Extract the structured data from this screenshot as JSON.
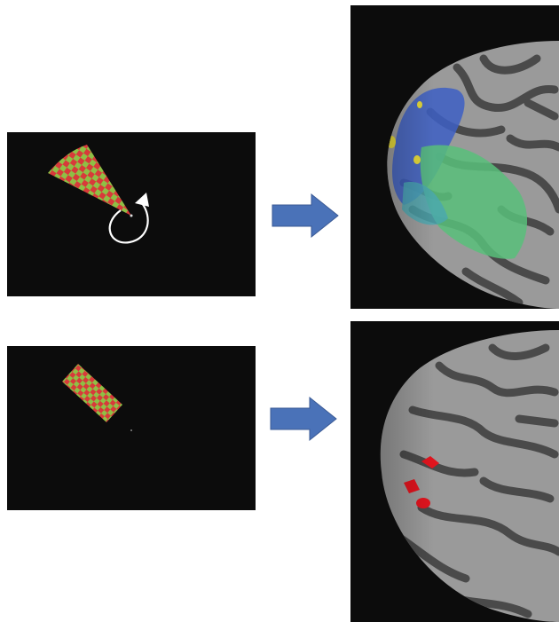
{
  "figure": {
    "rows": [
      {
        "stimulus": {
          "type": "rotating-checkerboard-wedge",
          "motion": "rotation",
          "pattern_colors": [
            "#d83a3a",
            "#8fbf45"
          ]
        },
        "map": {
          "type": "polar-angle-map",
          "colors": [
            "#3d5fc4",
            "#58c07a",
            "#e2d63a"
          ]
        }
      },
      {
        "stimulus": {
          "type": "checkerboard-rectangle",
          "pattern_colors": [
            "#d83a3a",
            "#8fbf45"
          ]
        },
        "map": {
          "type": "localizer-activation",
          "colors": [
            "#e0141e"
          ]
        }
      }
    ],
    "colors": {
      "background": "#0c0c0c",
      "arrow": "#4a72b8",
      "cortex_gyri": "#9a9a9a",
      "cortex_sulci": "#4a4a4a"
    }
  }
}
